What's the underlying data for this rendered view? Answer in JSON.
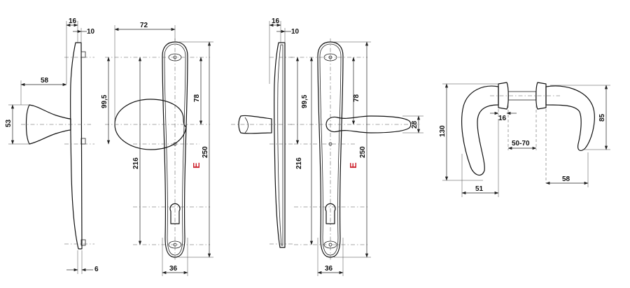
{
  "labels": {
    "v1_16": "16",
    "v1_10": "10",
    "v1_58": "58",
    "v1_53": "53",
    "v1_6": "6",
    "v2_72": "72",
    "v2_99_5": "99,5",
    "v2_78": "78",
    "v2_216": "216",
    "v2_250": "250",
    "v2_36": "36",
    "v2_marker": "E",
    "v3_16": "16",
    "v3_10": "10",
    "v4_99_5": "99,5",
    "v4_78": "78",
    "v4_216": "216",
    "v4_250": "250",
    "v4_28": "28",
    "v4_36": "36",
    "v4_marker": "E",
    "v5_130": "130",
    "v5_16": "16",
    "v5_50_70": "50-70",
    "v5_85": "85",
    "v5_51": "51",
    "v5_58": "58"
  },
  "colors": {
    "line": "#111111",
    "marker": "#cc1f2a",
    "background": "#ffffff"
  }
}
